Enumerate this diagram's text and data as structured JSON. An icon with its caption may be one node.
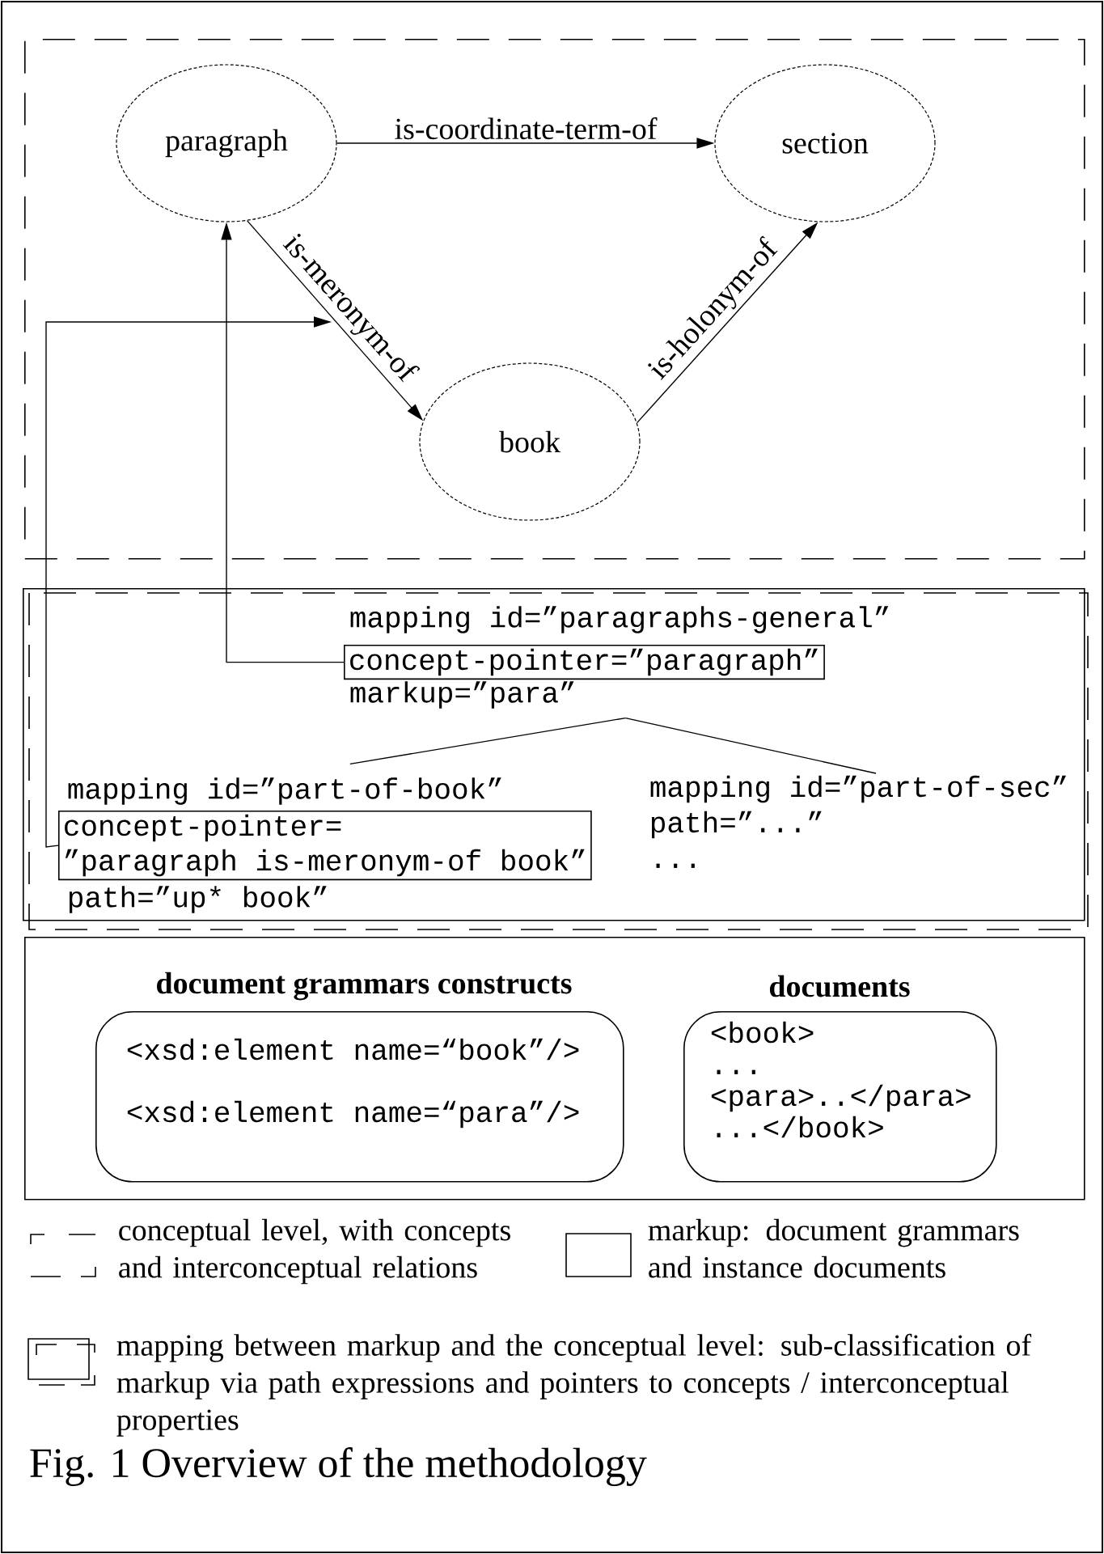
{
  "diagram": {
    "caption": "Fig. 1 Overview of the methodology",
    "nodes": [
      {
        "text": [],
        "shape": "box"
      },
      {
        "text": [
          "paragraph"
        ],
        "in": 0
      },
      {
        "text": [
          "section"
        ],
        "in": 0
      },
      {
        "text": [
          "book"
        ],
        "in": 0
      },
      {
        "text": [],
        "shape": "box"
      },
      {
        "text": [
          "mapping id=”paragraphs-general”"
        ],
        "in": 4
      },
      {
        "text": [
          "concept-pointer=”paragraph”"
        ],
        "in": 4
      },
      {
        "text": [
          "markup=”para”"
        ],
        "in": 4
      },
      {
        "text": [
          "mapping id=”part-of-book”"
        ],
        "in": 4
      },
      {
        "text": [
          "concept-pointer=",
          "”paragraph is-meronym-of book”"
        ],
        "in": 4
      },
      {
        "text": [
          "path=”up* book”"
        ],
        "in": 4
      },
      {
        "text": [
          "mapping id=”part-of-sec”",
          "path=”...”",
          "..."
        ],
        "in": 4
      },
      {
        "text": [],
        "shape": "box"
      },
      {
        "text": [
          "document grammars constructs",
          "<xsd:element name=“book”/>",
          "<xsd:element name=“para”/>"
        ],
        "in": 12
      },
      {
        "text": [
          "documents",
          "<book>",
          "...",
          "<para>..</para>",
          "...</book>"
        ],
        "in": 12
      }
    ],
    "edges": [
      {
        "from": 1,
        "to": 2,
        "arrow": "to",
        "label": "is-coordinate-term-of"
      },
      {
        "from": 1,
        "to": 3,
        "arrow": "to",
        "label": "is-meronym-of"
      },
      {
        "from": 3,
        "to": 2,
        "arrow": "to",
        "label": "is-holonym-of"
      },
      {
        "from": 6,
        "to": 1,
        "arrow": "to"
      },
      {
        "from": 9,
        "to": null,
        "arrow": "to"
      },
      {
        "from": 7,
        "to": 8,
        "arrow": "none"
      },
      {
        "from": 7,
        "to": 11,
        "arrow": "none"
      }
    ],
    "legend": [
      {
        "text": "conceptual level, with concepts and interconceptual relations"
      },
      {
        "text": "markup: document grammars and instance documents"
      },
      {
        "text": "mapping between markup and the conceptual level: sub-classification of markup via path expressions and pointers to concepts / interconceptual properties"
      }
    ]
  }
}
